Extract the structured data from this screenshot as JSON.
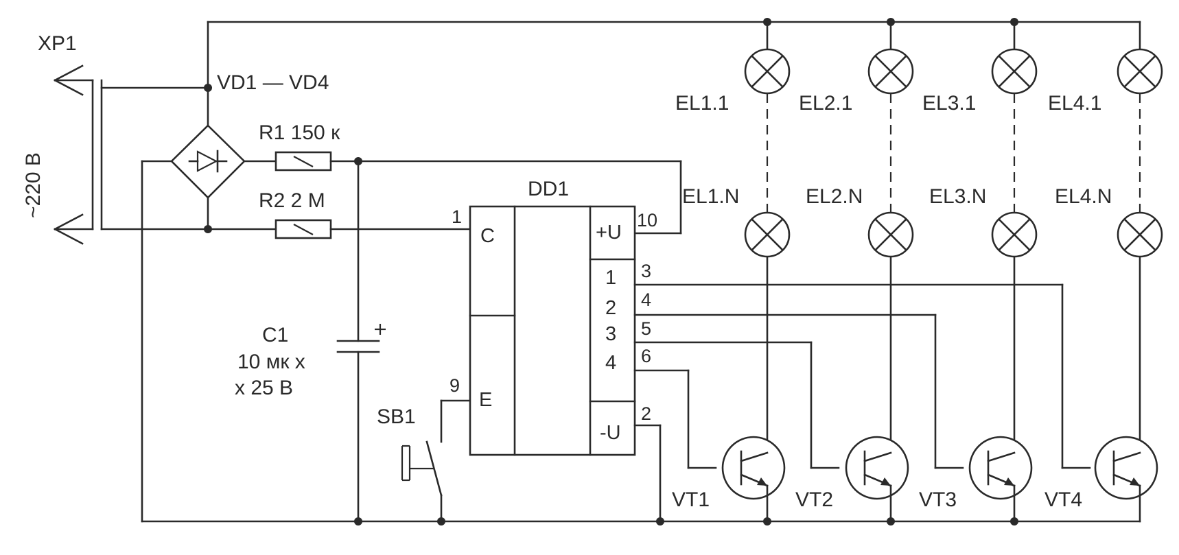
{
  "labels": {
    "xp1": "XP1",
    "mains_voltage": "~220 В",
    "bridge": "VD1 — VD4",
    "r1": "R1 150 к",
    "r2": "R2 2 M",
    "c1_name": "C1",
    "c1_value_1": "10 мк x",
    "c1_value_2": "x 25 В",
    "sb1": "SB1",
    "dd1": "DD1"
  },
  "ic": {
    "pin_labels": {
      "c": "C",
      "e": "E",
      "vplus": "+U",
      "vminus": "-U",
      "out1": "1",
      "out2": "2",
      "out3": "3",
      "out4": "4"
    },
    "pin_numbers": {
      "c": "1",
      "e": "9",
      "vplus": "10",
      "vminus": "2",
      "out1": "3",
      "out2": "4",
      "out3": "5",
      "out4": "6"
    }
  },
  "lamps_top": [
    "EL1.1",
    "EL2.1",
    "EL3.1",
    "EL4.1"
  ],
  "lamps_bottom": [
    "EL1.N",
    "EL2.N",
    "EL3.N",
    "EL4.N"
  ],
  "transistors": [
    "VT1",
    "VT2",
    "VT3",
    "VT4"
  ]
}
